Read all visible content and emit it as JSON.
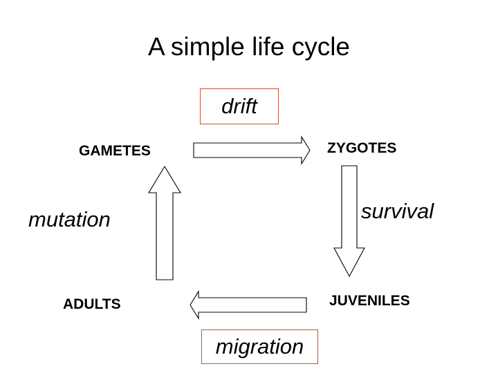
{
  "slide": {
    "title": "A simple life cycle",
    "background_color": "#FFFFFF",
    "text_color": "#000000",
    "box_border_color": "#C0572E"
  },
  "diagram": {
    "type": "cycle-diagram",
    "stages": [
      {
        "id": "gametes",
        "label": "GAMETES",
        "position": "top-left"
      },
      {
        "id": "zygotes",
        "label": "ZYGOTES",
        "position": "top-right"
      },
      {
        "id": "juveniles",
        "label": "JUVENILES",
        "position": "bottom-right"
      },
      {
        "id": "adults",
        "label": "ADULTS",
        "position": "bottom-left"
      }
    ],
    "transitions": [
      {
        "id": "gametes-to-zygotes",
        "label": "drift",
        "from": "gametes",
        "to": "zygotes",
        "direction": "right",
        "boxed": true
      },
      {
        "id": "zygotes-to-juveniles",
        "label": "survival",
        "from": "zygotes",
        "to": "juveniles",
        "direction": "down",
        "boxed": false
      },
      {
        "id": "juveniles-to-adults",
        "label": "migration",
        "from": "juveniles",
        "to": "adults",
        "direction": "left",
        "boxed": true
      },
      {
        "id": "adults-to-gametes",
        "label": "mutation",
        "from": "adults",
        "to": "gametes",
        "direction": "up",
        "boxed": false
      }
    ]
  }
}
